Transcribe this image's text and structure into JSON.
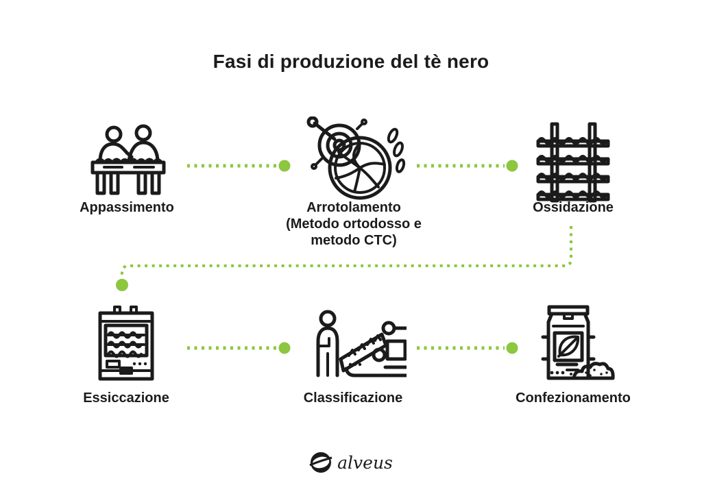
{
  "title": "Fasi di produzione del tè nero",
  "colors": {
    "ink": "#1b1b1b",
    "accent_green": "#8dc63f",
    "background": "#ffffff"
  },
  "stages": [
    {
      "id": "appassimento",
      "label": "Appassimento",
      "icon": "withering-table-icon"
    },
    {
      "id": "arrotolamento",
      "label": "Arrotolamento\n(Metodo ortodosso e\nmetodo CTC)",
      "icon": "rolling-machine-icon"
    },
    {
      "id": "ossidazione",
      "label": "Ossidazione",
      "icon": "oxidation-rack-icon"
    },
    {
      "id": "essiccazione",
      "label": "Essiccazione",
      "icon": "drying-oven-icon"
    },
    {
      "id": "classificazione",
      "label": "Classificazione",
      "icon": "sorting-conveyor-icon"
    },
    {
      "id": "confezionamento",
      "label": "Confezionamento",
      "icon": "packaging-bag-icon"
    }
  ],
  "footer": {
    "brand": "alveus",
    "logo_icon": "alveus-leaf-logo"
  }
}
